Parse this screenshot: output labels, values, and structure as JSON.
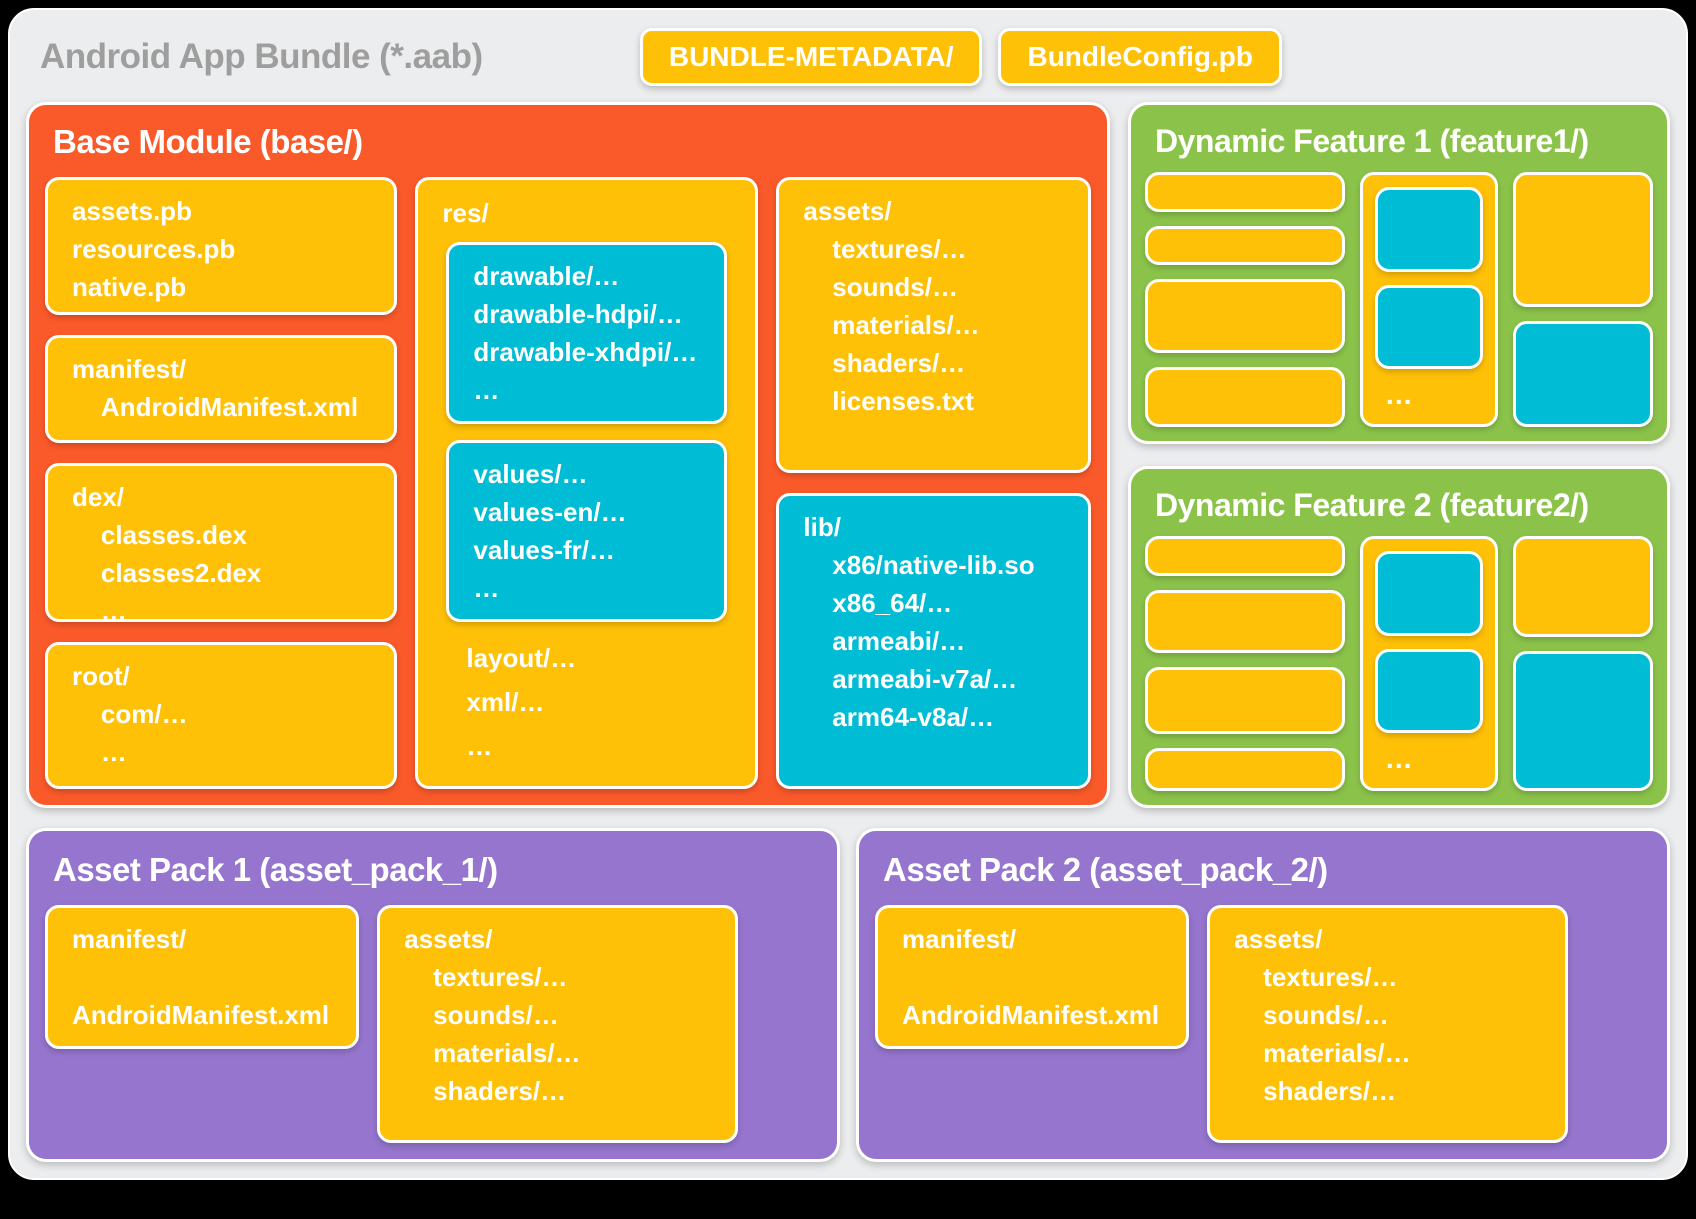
{
  "colors": {
    "orange": "#FA5A2A",
    "yellow": "#FFC107",
    "teal": "#00BCD4",
    "green": "#8BC34A",
    "purple": "#9575CD",
    "card_bg": "#ECEDEE",
    "title_gray": "#9E9E9E"
  },
  "header": {
    "title": "Android App Bundle (*.aab)",
    "badges": [
      "BUNDLE-METADATA/",
      "BundleConfig.pb"
    ]
  },
  "base_module": {
    "title": "Base Module (base/)",
    "col1": {
      "pb_box": [
        "assets.pb",
        "resources.pb",
        "native.pb"
      ],
      "manifest_box": [
        "manifest/",
        "    AndroidManifest.xml"
      ],
      "dex_box": [
        "dex/",
        "    classes.dex",
        "    classes2.dex",
        "    …"
      ],
      "root_box": [
        "root/",
        "    com/…",
        "    …"
      ]
    },
    "col2": {
      "label": "res/",
      "drawable_box": [
        "drawable/…",
        "drawable-hdpi/…",
        "drawable-xhdpi/…",
        "…"
      ],
      "values_box": [
        "values/…",
        "values-en/…",
        "values-fr/…",
        "…"
      ],
      "tail": [
        "layout/…",
        "xml/…",
        "…"
      ]
    },
    "col3": {
      "assets_box": [
        "assets/",
        "    textures/…",
        "    sounds/…",
        "    materials/…",
        "    shaders/…",
        "    licenses.txt"
      ],
      "lib_box": [
        "lib/",
        "    x86/native-lib.so",
        "    x86_64/…",
        "    armeabi/…",
        "    armeabi-v7a/…",
        "    arm64-v8a/…"
      ]
    }
  },
  "feature1": {
    "title": "Dynamic Feature 1 (feature1/)",
    "ellipsis": "…"
  },
  "feature2": {
    "title": "Dynamic Feature 2 (feature2/)",
    "ellipsis": "…"
  },
  "asset_pack_1": {
    "title": "Asset Pack 1 (asset_pack_1/)",
    "manifest_box": [
      "manifest/",
      "    AndroidManifest.xml"
    ],
    "assets_box": [
      "assets/",
      "    textures/…",
      "    sounds/…",
      "    materials/…",
      "    shaders/…"
    ]
  },
  "asset_pack_2": {
    "title": "Asset Pack 2 (asset_pack_2/)",
    "manifest_box": [
      "manifest/",
      "    AndroidManifest.xml"
    ],
    "assets_box": [
      "assets/",
      "    textures/…",
      "    sounds/…",
      "    materials/…",
      "    shaders/…"
    ]
  }
}
